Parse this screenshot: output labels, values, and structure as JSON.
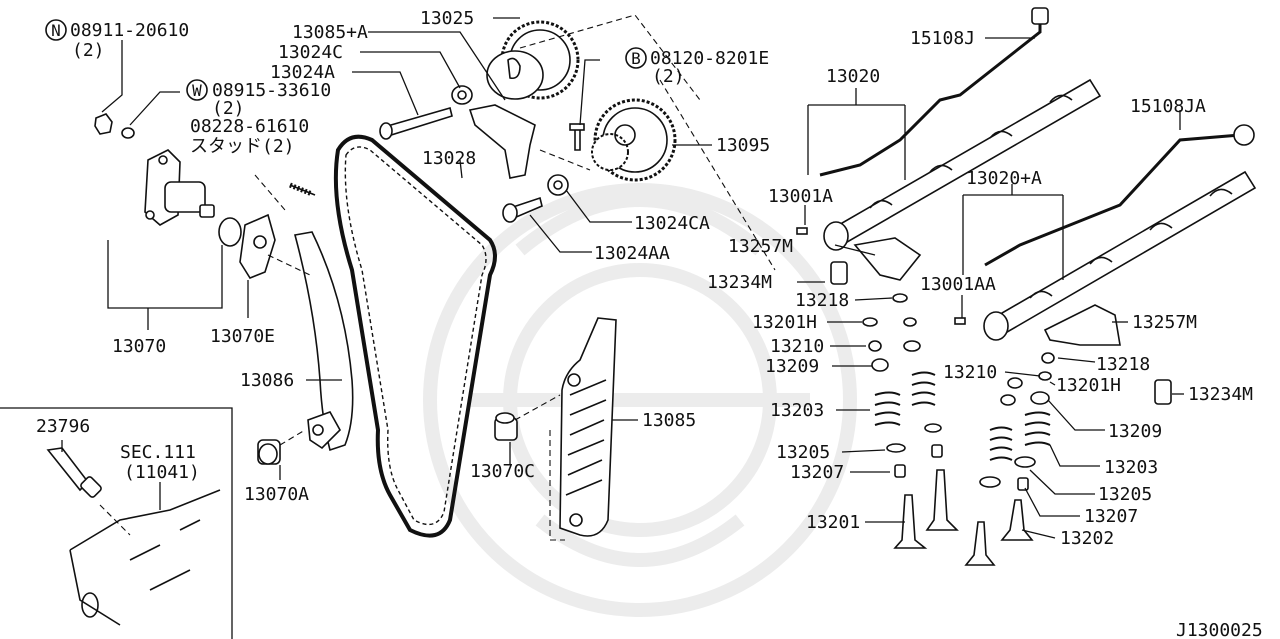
{
  "diagram": {
    "code": "J1300025",
    "callouts": {
      "n_bolt": "08911-20610",
      "n_bolt_qty": "(2)",
      "w_washer": "08915-33610",
      "w_washer_qty": "(2)",
      "b_bolt": "08120-8201E",
      "b_bolt_qty": "(2)",
      "stud": "08228-61610",
      "stud_note": "スタッド(2)",
      "sec": "SEC.111",
      "sec_ref": "(11041)"
    },
    "badges": {
      "n": "N",
      "w": "W",
      "b": "B"
    },
    "parts": {
      "p13085A": "13085+A",
      "p13025": "13025",
      "p13024C": "13024C",
      "p13024A": "13024A",
      "p13028": "13028",
      "p13024CA": "13024CA",
      "p13024AA": "13024AA",
      "p13095": "13095",
      "p15108J": "15108J",
      "p13020": "13020",
      "p15108JA": "15108JA",
      "p13001A": "13001A",
      "p13020A": "13020+A",
      "p13257M_a": "13257M",
      "p13234M_a": "13234M",
      "p13001AA": "13001AA",
      "p13218_a": "13218",
      "p13201H_a": "13201H",
      "p13257M_b": "13257M",
      "p13210_a": "13210",
      "p13209_a": "13209",
      "p13218_b": "13218",
      "p13210_b": "13210",
      "p13201H_b": "13201H",
      "p13234M_b": "13234M",
      "p13203_a": "13203",
      "p13209_b": "13209",
      "p13205_a": "13205",
      "p13203_b": "13203",
      "p13207_a": "13207",
      "p13205_b": "13205",
      "p13201": "13201",
      "p13207_b": "13207",
      "p13202": "13202",
      "p13070": "13070",
      "p13070E": "13070E",
      "p13086": "13086",
      "p13070A": "13070A",
      "p13070C": "13070C",
      "p13085": "13085",
      "p23796": "23796"
    }
  }
}
